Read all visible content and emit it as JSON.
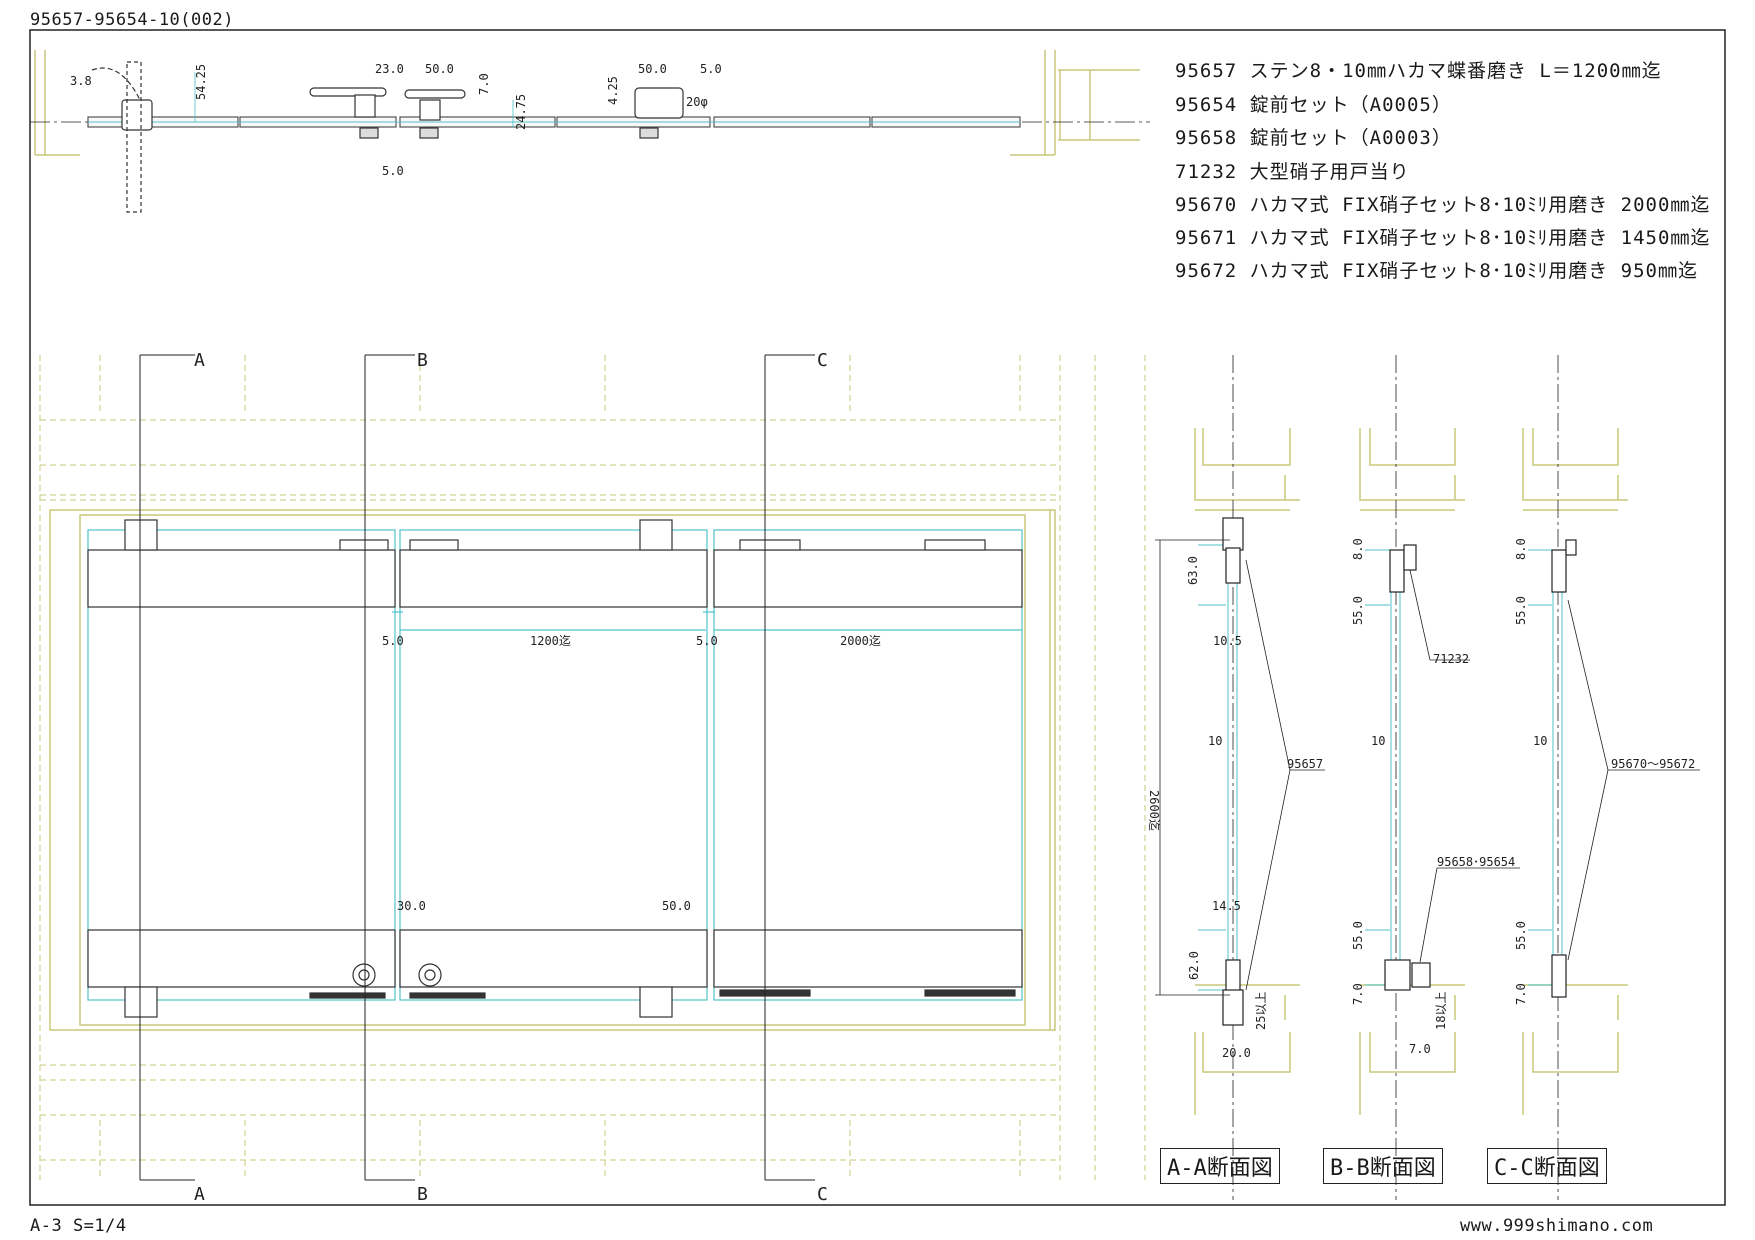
{
  "drawing_id": "95657-95654-10(002)",
  "footer": {
    "scale": "A-3 S=1/4",
    "url": "www.999shimano.com"
  },
  "parts": [
    {
      "code": "95657",
      "desc": "ステン8・10㎜ハカマ蝶番磨き L＝1200㎜迄"
    },
    {
      "code": "95654",
      "desc": "錠前セット（A0005）"
    },
    {
      "code": "95658",
      "desc": "錠前セット（A0003）"
    },
    {
      "code": "71232",
      "desc": "大型硝子用戸当り"
    },
    {
      "code": "95670",
      "desc": "ハカマ式 FIX硝子セット8･10ﾐﾘ用磨き 2000㎜迄"
    },
    {
      "code": "95671",
      "desc": "ハカマ式 FIX硝子セット8･10ﾐﾘ用磨き 1450㎜迄"
    },
    {
      "code": "95672",
      "desc": "ハカマ式 FIX硝子セット8･10ﾐﾘ用磨き 950㎜迄"
    }
  ],
  "section_titles": {
    "a": "A-A断面図",
    "b": "B-B断面図",
    "c": "C-C断面図"
  },
  "section_marks": {
    "a": "A",
    "b": "B",
    "c": "C"
  },
  "dims_plan": {
    "d1": "3.8",
    "d2": "54.25",
    "d3": "23.0",
    "d4": "50.0",
    "d5": "7.0",
    "d6": "24.75",
    "d7": "50.0",
    "d8": "5.0",
    "d9": "4.25",
    "d10": "20φ",
    "d11": "5.0"
  },
  "dims_elev": {
    "gap1": "5.0",
    "w1": "1200迄",
    "gap2": "5.0",
    "w2": "2000迄",
    "d30": "30.0",
    "d50": "50.0"
  },
  "dims_sec_a": {
    "h": "2600迄",
    "top": "63.0",
    "g1": "10.5",
    "t": "10",
    "ref": "95657",
    "g2": "14.5",
    "bot": "62.0",
    "floor": "25以上",
    "w": "20.0"
  },
  "dims_sec_b": {
    "top": "8.0",
    "h1": "55.0",
    "ref1": "71232",
    "t": "10",
    "ref2": "95658･95654",
    "h2": "55.0",
    "b": "7.0",
    "floor": "18以上",
    "w": "7.0"
  },
  "dims_sec_c": {
    "top": "8.0",
    "h1": "55.0",
    "t": "10",
    "ref": "95670～95672",
    "h2": "55.0",
    "b": "7.0"
  },
  "colors": {
    "frame": "#c8c87a",
    "glass": "#4fc3c9",
    "line": "#1a1a1a",
    "outline": "#555555"
  }
}
